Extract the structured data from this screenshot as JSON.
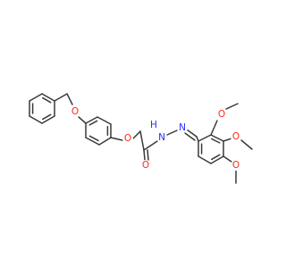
{
  "molecule": {
    "atom_colors": {
      "O": "#ff2a1a",
      "N": "#2a2aff",
      "H": "#2a2aff",
      "bond": "#3a3a3a"
    },
    "labels": {
      "o_benzyl_ether": "O",
      "o_aryl_ether": "O",
      "o_carbonyl": "O",
      "nh": "H",
      "n_amide": "N",
      "n_imine": "N",
      "o_methoxy_2": "O",
      "o_methoxy_3": "O",
      "o_methoxy_4": "O"
    }
  }
}
